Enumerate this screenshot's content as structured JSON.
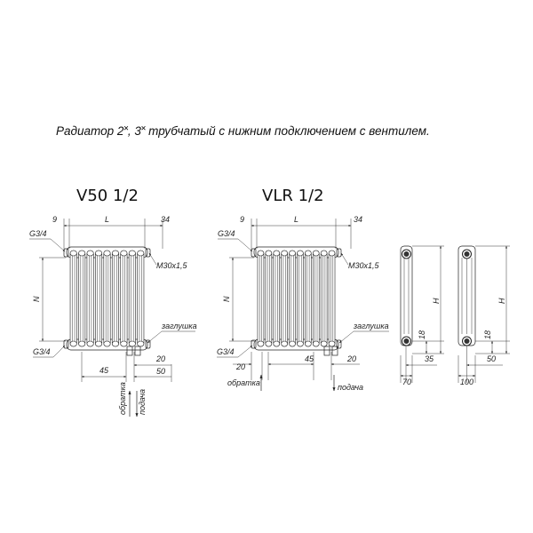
{
  "heading": "Радиатор 2˟, 3˟ трубчатый с нижним подключением с вентилем.",
  "models": [
    {
      "title": "V50 1/2",
      "sections": 9,
      "labels": {
        "d9": "9",
        "L": "L",
        "d34": "34",
        "g34_top": "G3/4",
        "m30": "M30x1,5",
        "N": "N",
        "zaglushka": "заглушка",
        "g34_bottom": "G3/4",
        "d45": "45",
        "d20": "20",
        "d50": "50",
        "obratka": "обратка",
        "podacha": "подача"
      }
    },
    {
      "title": "VLR 1/2",
      "sections": 10,
      "labels": {
        "d9": "9",
        "L": "L",
        "d34": "34",
        "g34_top": "G3/4",
        "m30": "M30x1,5",
        "N": "N",
        "zaglushka": "заглушка",
        "g34_bottom": "G3/4",
        "d20_left": "20",
        "d45": "45",
        "d20": "20",
        "obratka": "обратка",
        "podacha": "подача"
      }
    }
  ],
  "side_views": [
    {
      "H": "H",
      "d18": "18",
      "d35": "35",
      "d70": "70"
    },
    {
      "H": "H",
      "d18": "18",
      "d50": "50",
      "d100": "100"
    }
  ]
}
